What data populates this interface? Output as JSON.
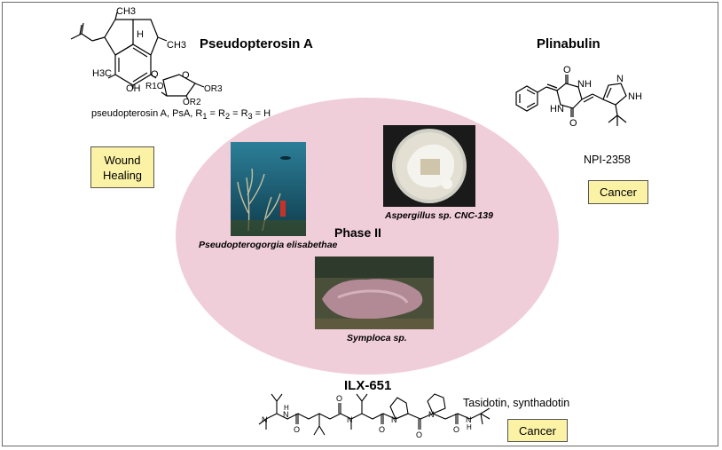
{
  "figure": {
    "phase_label": "Phase II",
    "compounds": {
      "pseudopterosin": {
        "title": "Pseudopterosin A",
        "caption": "pseudopterosin A, PsA, R",
        "caption_r_sub_1": "1",
        "caption_eq_1": " = R",
        "caption_r_sub_2": "2",
        "caption_eq_2": " = R",
        "caption_r_sub_3": "3",
        "caption_tail": " = H",
        "indication": "Wound\nHealing",
        "structure_labels": {
          "ch3_top": "CH3",
          "h_bridge": "H",
          "ch3_right": "CH3",
          "h3c": "H3C",
          "oh": "OH",
          "o_link": "O",
          "o_ring": "O",
          "r1o": "R1O",
          "or3": "OR3",
          "or2": "OR2"
        }
      },
      "plinabulin": {
        "title": "Plinabulin",
        "code": "NPI-2358",
        "indication": "Cancer",
        "structure_labels": {
          "o_top": "O",
          "nh_top": "NH",
          "hn_bottom": "HN",
          "o_bottom": "O",
          "n_imid": "N",
          "nh_imid": "NH"
        }
      },
      "ilx651": {
        "title": "ILX-651",
        "synonyms": "Tasidotin, synthadotin",
        "indication": "Cancer",
        "structure_labels": {
          "n1": "N",
          "n2": "N",
          "n3": "N",
          "n4": "N",
          "n5": "N",
          "n6": "N",
          "o1": "O",
          "o2": "O",
          "o3": "O",
          "o4": "O",
          "o5": "O",
          "h_first": "H",
          "h_last": "H"
        }
      }
    },
    "organisms": {
      "coral": {
        "name": "Pseudopterogorgia elisabethae"
      },
      "fungus": {
        "name": "Aspergillus sp. CNC-139"
      },
      "cyanobacterium": {
        "name": "Symploca sp."
      }
    }
  }
}
